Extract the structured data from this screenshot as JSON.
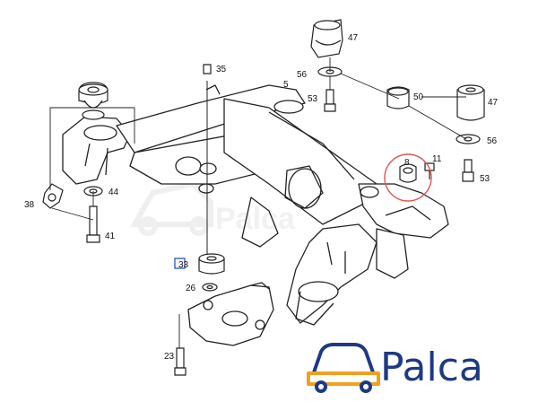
{
  "diagram": {
    "callouts": {
      "c5": "5",
      "c8": "8",
      "c11": "11",
      "c23": "23",
      "c26": "26",
      "c33": "33",
      "c35": "35",
      "c38": "38",
      "c41": "41",
      "c44": "44",
      "c47_top": "47",
      "c47_right": "47",
      "c50": "50",
      "c53_left": "53",
      "c53_right": "53",
      "c56_left": "56",
      "c56_right": "56"
    },
    "highlight_color": "#e05555",
    "box_highlight_color": "#2a55c8"
  },
  "watermark": {
    "text": "Palca"
  },
  "brand": {
    "name": "Palca",
    "color": "#1d3a82",
    "accent": "#f0a020",
    "car_icon": "car-icon"
  }
}
